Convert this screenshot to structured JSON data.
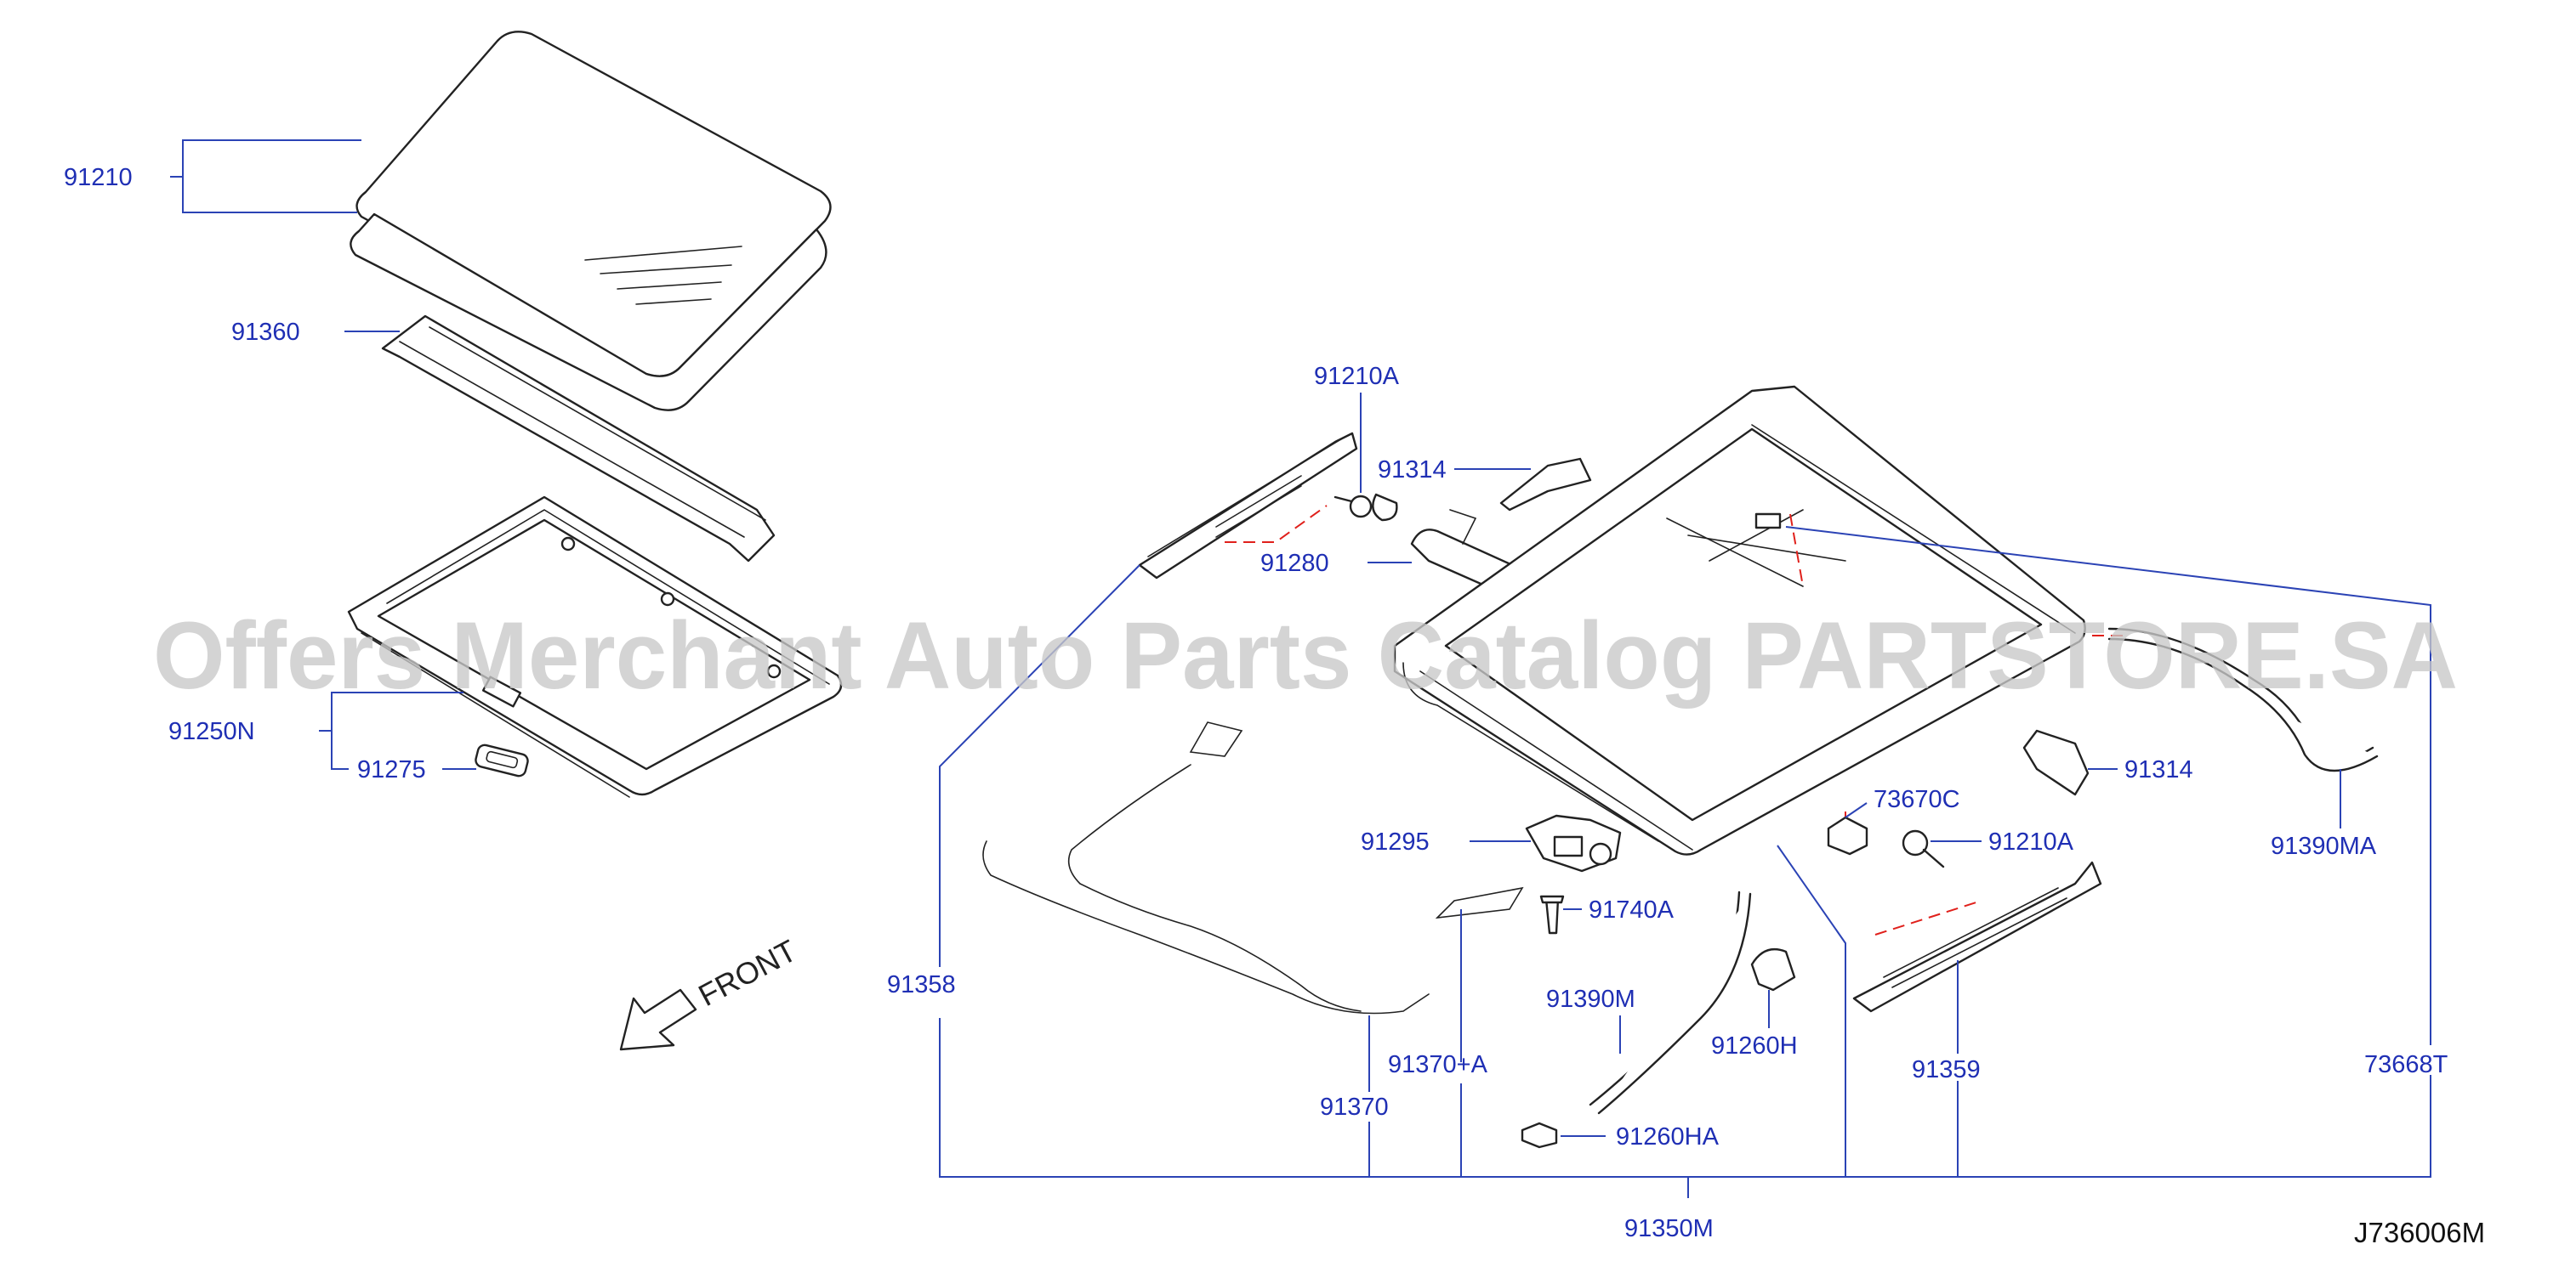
{
  "watermark": "Offers Merchant Auto Parts Catalog PARTSTORE.SA",
  "diagram_code": "J736006M",
  "front_label": "FRONT",
  "labels": {
    "p91210": "91210",
    "p91360": "91360",
    "p91250N": "91250N",
    "p91275": "91275",
    "p91210A_top": "91210A",
    "p91314_top": "91314",
    "p91280": "91280",
    "p91295": "91295",
    "p91740A": "91740A",
    "p73670C": "73670C",
    "p91210A_right": "91210A",
    "p91314_right": "91314",
    "p91390MA": "91390MA",
    "p91358": "91358",
    "p91370A": "91370+A",
    "p91370": "91370",
    "p91390M": "91390M",
    "p91260H": "91260H",
    "p91260HA": "91260HA",
    "p91359": "91359",
    "p73668T": "73668T",
    "p91350M": "91350M"
  }
}
